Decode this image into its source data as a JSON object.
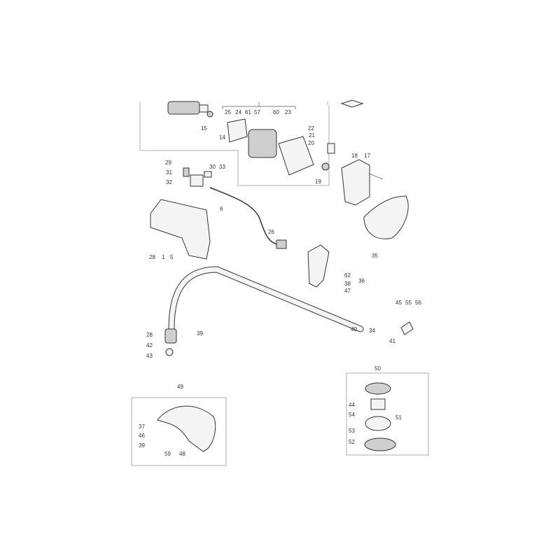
{
  "diagram": {
    "type": "exploded parts diagram",
    "part_labels": [
      "15",
      "25",
      "24",
      "61",
      "57",
      "60",
      "23",
      "14",
      "22",
      "21",
      "20",
      "19",
      "18",
      "17",
      "29",
      "31",
      "30",
      "33",
      "32",
      "6",
      "26",
      "28",
      "1",
      "5",
      "35",
      "62",
      "38",
      "47",
      "36",
      "45",
      "55",
      "56",
      "41",
      "40",
      "34",
      "28",
      "39",
      "42",
      "43",
      "50",
      "44",
      "54",
      "53",
      "51",
      "52",
      "49",
      "37",
      "46",
      "39",
      "59",
      "48"
    ]
  }
}
